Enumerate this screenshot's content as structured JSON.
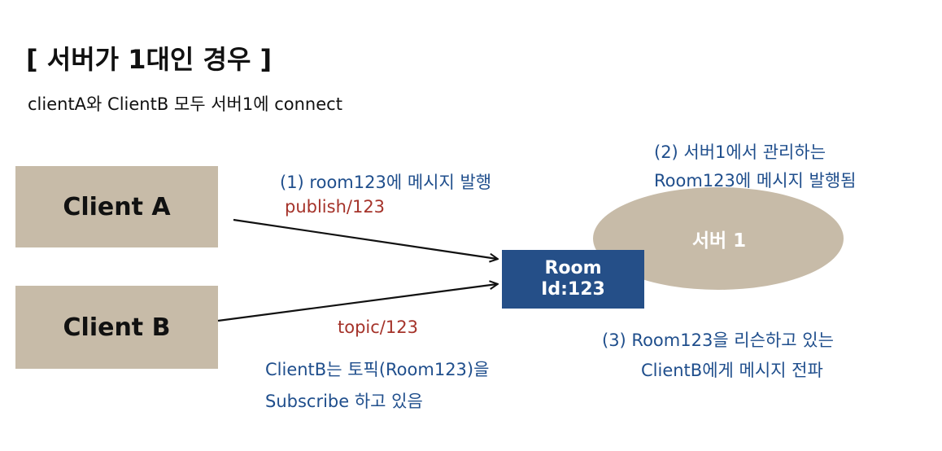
{
  "title": "[ 서버가 1대인 경우 ]",
  "subtitle": "clientA와 ClientB 모두 서버1에 connect",
  "client_a": {
    "label": "Client A"
  },
  "client_b": {
    "label": "Client B"
  },
  "server": {
    "label": "서버 1"
  },
  "room": {
    "line1": "Room",
    "line2": "Id:123"
  },
  "step1": {
    "text": "(1) room123에 메시지 발행"
  },
  "publish_path": "publish/123",
  "topic_path": "topic/123",
  "step2": {
    "line1": "(2) 서버1에서 관리하는",
    "line2": "Room123에 메시지 발행됨"
  },
  "step3": {
    "line1": "(3) Room123을 리슨하고 있는",
    "line2": "ClientB에게 메시지 전파"
  },
  "subscribe_note": {
    "line1": "ClientB는 토픽(Room123)을",
    "line2": "Subscribe 하고 있음"
  },
  "colors": {
    "box_fill": "#c7bba8",
    "room_fill": "#254f88",
    "annotation_blue": "#1f4e8c",
    "path_red": "#a5332a"
  }
}
